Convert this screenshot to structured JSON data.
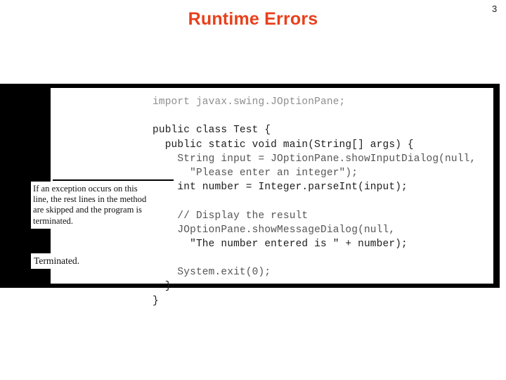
{
  "slide": {
    "title": "Runtime Errors",
    "title_color": "#e8401c",
    "page_number": "3",
    "background_color": "#ffffff"
  },
  "figure": {
    "name": "scanned-code-figure",
    "band_color": "#000000",
    "sheet_color": "#ffffff",
    "code_lines": [
      {
        "text": "import javax.swing.JOptionPane;",
        "shade": "faint"
      },
      {
        "text": "",
        "shade": "blank"
      },
      {
        "text": "public class Test {",
        "shade": "dark"
      },
      {
        "text": "  public static void main(String[] args) {",
        "shade": "dark"
      },
      {
        "text": "    String input = JOptionPane.showInputDialog(null,",
        "shade": "mid"
      },
      {
        "text": "      \"Please enter an integer\");",
        "shade": "mid"
      },
      {
        "text": "    int number = Integer.parseInt(input);",
        "shade": "dark"
      },
      {
        "text": "",
        "shade": "blank"
      },
      {
        "text": "    // Display the result",
        "shade": "mid"
      },
      {
        "text": "    JOptionPane.showMessageDialog(null,",
        "shade": "mid"
      },
      {
        "text": "      \"The number entered is \" + number);",
        "shade": "dark"
      },
      {
        "text": "",
        "shade": "blank"
      },
      {
        "text": "    System.exit(0);",
        "shade": "mid"
      },
      {
        "text": "  }",
        "shade": "dark"
      },
      {
        "text": "}",
        "shade": "dark"
      }
    ],
    "annotation": "If an exception occurs on this line, the rest lines in the method are skipped and the program is terminated.",
    "terminated_label": "Terminated."
  }
}
